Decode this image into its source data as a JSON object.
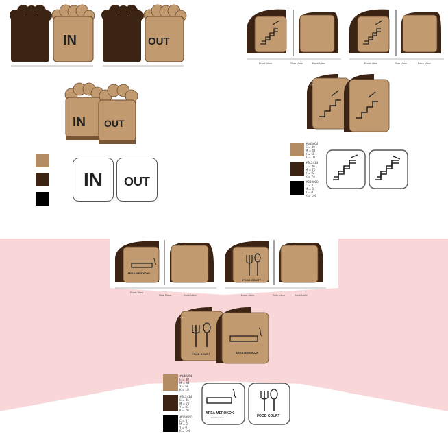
{
  "colors": {
    "light_brown": "#b48c64",
    "dark_brown": "#3c2414",
    "black": "#000000",
    "pink_bg": "#f9d7d9"
  },
  "in_out_sign": {
    "in_label": "IN",
    "out_label": "OUT",
    "pictogram_in": "IN",
    "pictogram_out": "OUT"
  },
  "stairs_sign": {
    "front_view_caption": "Front View",
    "side_view_caption": "Side View",
    "back_view_caption": "Back View",
    "swatches": [
      {
        "label": "#b48c64\nC = 30\nM = 44\nY = 68\nK = 10"
      },
      {
        "label": "#3c2414\nC = 46\nM = 70\nY = 83\nK = 70"
      },
      {
        "label": "#000000\nC = 0\nM = 0\nY = 0\nK = 100"
      }
    ]
  },
  "food_smoking_sign": {
    "smoking_label": "AREA MEROKOK",
    "smoking_sublabel": "Smoking Area",
    "food_label": "FOOD COURT",
    "front_view_caption": "Front View",
    "side_view_caption": "Side View",
    "back_view_caption": "Back View",
    "swatches": [
      {
        "label": "#b48c64\nC = 30\nM = 44\nY = 68\nK = 10"
      },
      {
        "label": "#3c2414\nC = 46\nM = 70\nY = 83\nK = 70"
      },
      {
        "label": "#000000\nC = 0\nM = 0\nY = 0\nK = 100"
      }
    ]
  }
}
